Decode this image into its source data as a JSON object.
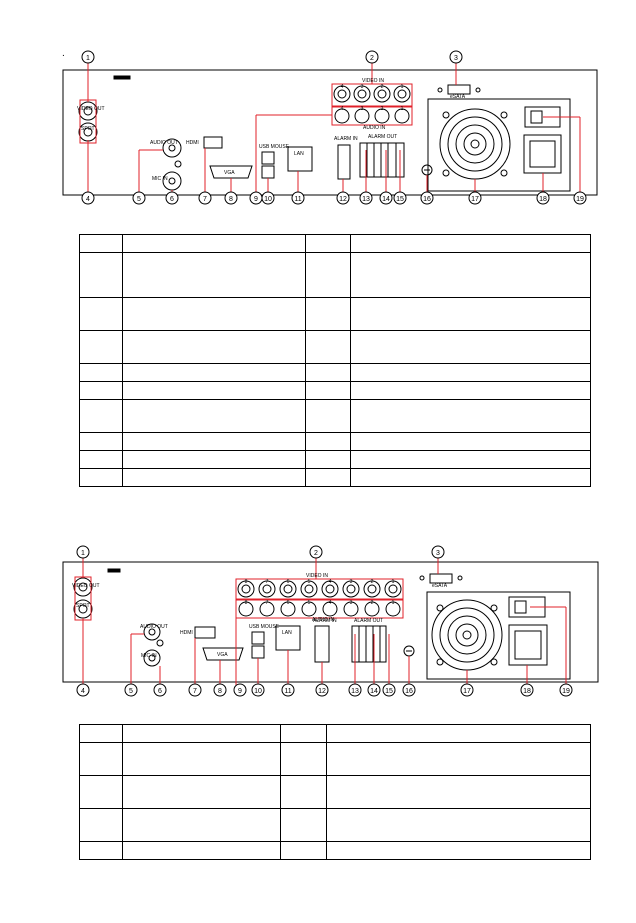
{
  "panel1": {
    "callouts": [
      "1",
      "2",
      "3",
      "4",
      "5",
      "6",
      "7",
      "8",
      "9",
      "10",
      "11",
      "12",
      "13",
      "14",
      "15",
      "16",
      "17",
      "18",
      "19"
    ],
    "labels": {
      "video_out": "VIDEO OUT",
      "spot": "SPOT",
      "video_in": "VIDEO IN",
      "audio_in": "AUDIO IN",
      "esata": "eSATA",
      "audio_out": "AUDIO OUT",
      "mic_in": "MIC IN",
      "hdmi": "HDMI",
      "vga": "VGA",
      "usb_mouse": "USB MOUSE",
      "lan": "LAN",
      "alarm_in": "ALARM IN",
      "alarm_out": "ALARM OUT"
    },
    "video_in_numbers": [
      "4",
      "3",
      "2",
      "1"
    ],
    "audio_in_numbers": [
      "4",
      "3",
      "2",
      "1"
    ]
  },
  "table1": {
    "rows": [
      [
        "",
        "",
        "",
        ""
      ],
      [
        "",
        "",
        "",
        ""
      ],
      [
        "",
        "",
        "",
        ""
      ],
      [
        "",
        "",
        "",
        ""
      ],
      [
        "",
        "",
        "",
        ""
      ],
      [
        "",
        "",
        "",
        ""
      ],
      [
        "",
        "",
        "",
        ""
      ],
      [
        "",
        "",
        "",
        ""
      ],
      [
        "",
        "",
        "",
        ""
      ],
      [
        "",
        "",
        "",
        ""
      ]
    ]
  },
  "panel2": {
    "callouts": [
      "1",
      "2",
      "3",
      "4",
      "5",
      "6",
      "7",
      "8",
      "9",
      "10",
      "11",
      "12",
      "13",
      "14",
      "15",
      "16",
      "17",
      "18",
      "19"
    ],
    "labels": {
      "video_out": "VIDEO OUT",
      "spot": "SPOT",
      "video_in": "VIDEO IN",
      "audio_in": "AUDIO IN",
      "esata": "eSATA",
      "audio_out": "AUDIO OUT",
      "mic_in": "MIC IN",
      "hdmi": "HDMI",
      "vga": "VGA",
      "usb_mouse": "USB MOUSE",
      "lan": "LAN",
      "alarm_in": "ALARM IN",
      "alarm_out": "ALARM OUT"
    },
    "video_in_numbers": [
      "8",
      "7",
      "6",
      "5",
      "4",
      "3",
      "2",
      "1"
    ],
    "audio_in_numbers": [
      "8",
      "7",
      "6",
      "5",
      "4",
      "3",
      "2",
      "1"
    ]
  },
  "table2": {
    "rows": [
      [
        "",
        "",
        "",
        ""
      ],
      [
        "",
        "",
        "",
        ""
      ],
      [
        "",
        "",
        "",
        ""
      ],
      [
        "",
        "",
        "",
        ""
      ],
      [
        "",
        "",
        "",
        ""
      ]
    ]
  },
  "colors": {
    "callout_line": "#e0202a",
    "panel_stroke": "#000000"
  }
}
